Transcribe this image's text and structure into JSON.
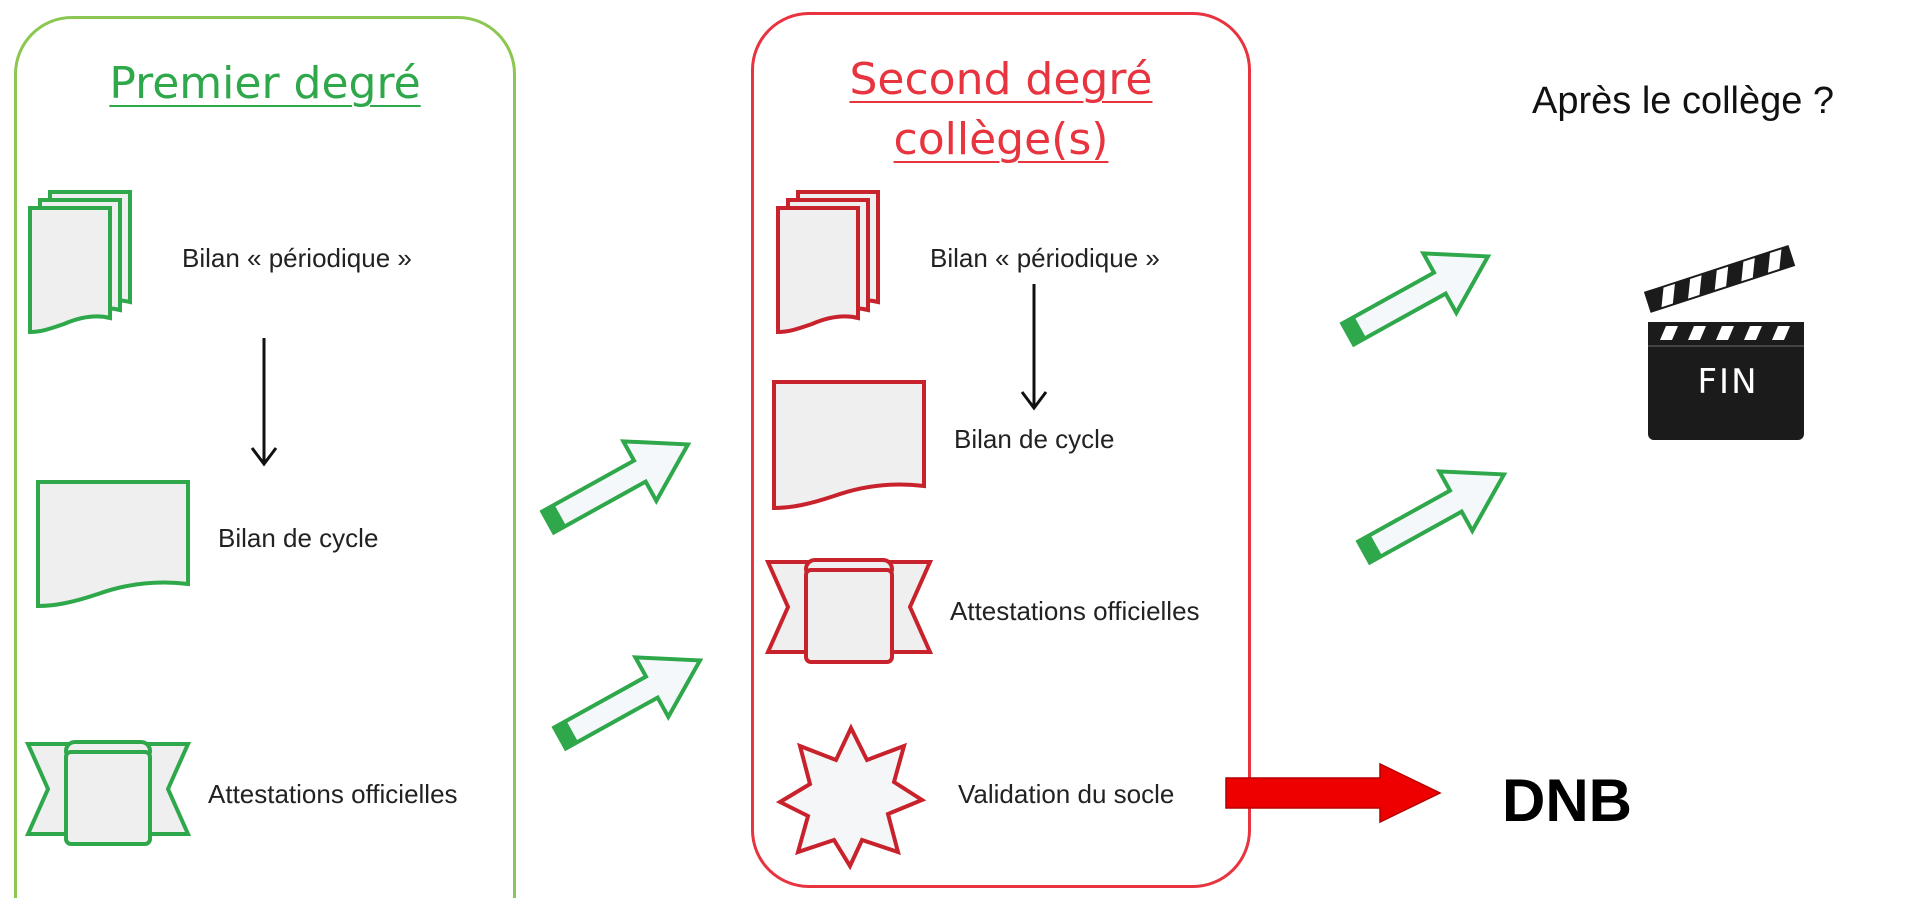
{
  "colors": {
    "green": "#2ea84a",
    "green_light": "#8cc751",
    "red": "#e8343f",
    "dark_red": "#c8232c",
    "doc_fill": "#efefef",
    "arrow_fill": "#f4f8fa",
    "red_arrow": "#ef0000"
  },
  "premier": {
    "title": "Premier degré",
    "bilan_periodique": "Bilan « périodique »",
    "bilan_cycle": "Bilan de cycle",
    "attestations": "Attestations officielles"
  },
  "second": {
    "title_line1": "Second degré",
    "title_line2": "collège(s)",
    "bilan_periodique": "Bilan « périodique »",
    "bilan_cycle": "Bilan de cycle",
    "attestations": "Attestations officielles",
    "validation": "Validation du socle"
  },
  "apres": "Après le collège ?",
  "clapper_text": "FIN",
  "dnb": "DNB",
  "icons": [
    "multi-document-icon",
    "document-icon",
    "certificate-ribbon-icon",
    "star-seal-icon",
    "clapperboard-icon"
  ]
}
